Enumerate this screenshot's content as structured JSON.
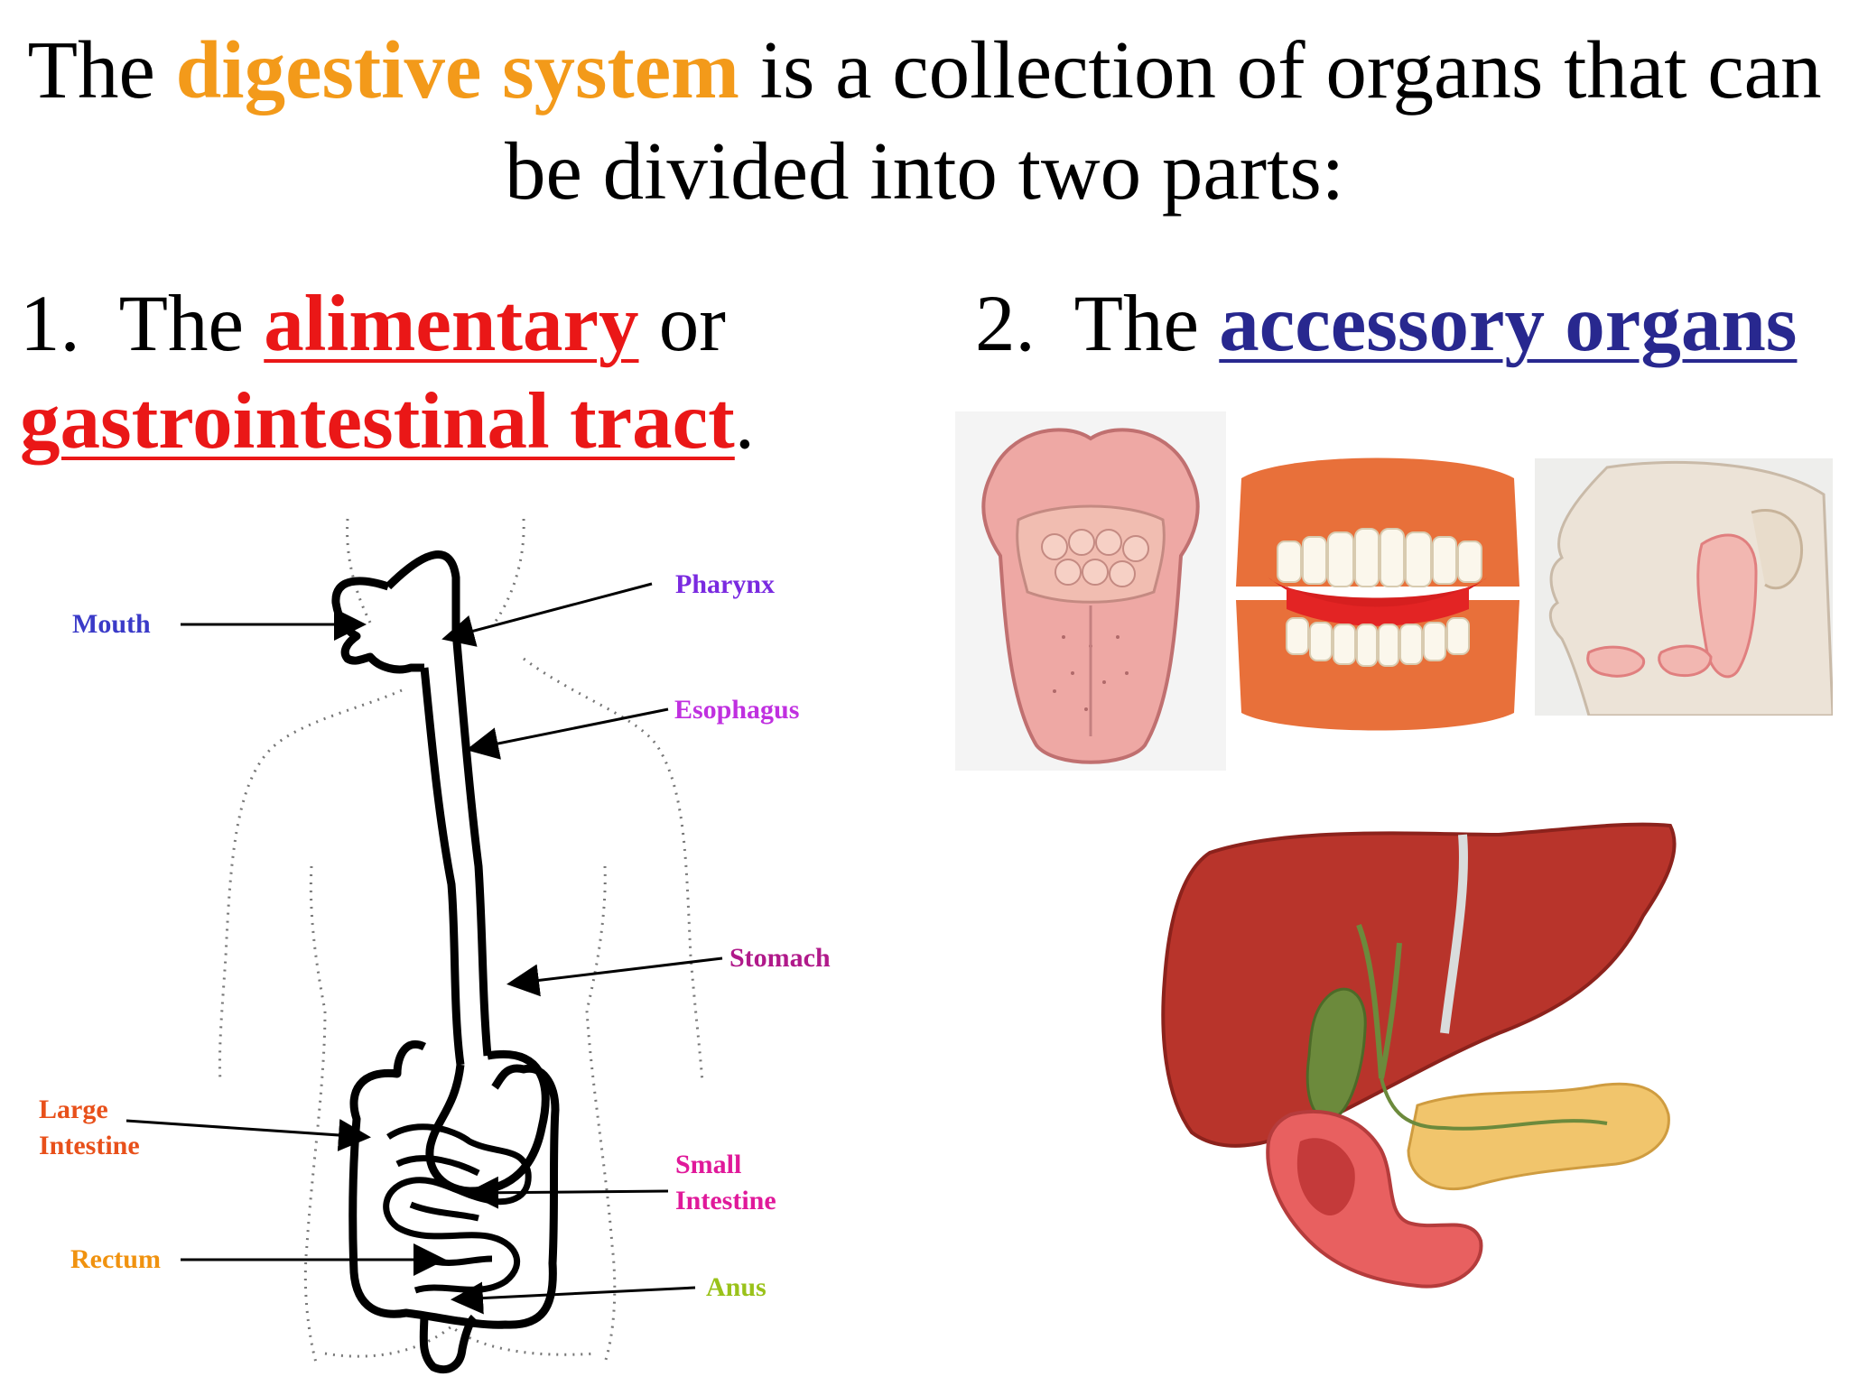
{
  "title": {
    "before": "The ",
    "highlight": "digestive system",
    "after": " is a collection of organs that can be divided into two parts:"
  },
  "part1": {
    "number": "1.",
    "prefix": "The ",
    "term1": "alimentary",
    "connector": " or",
    "term2": "gastrointestinal tract",
    "period": "."
  },
  "part2": {
    "number": "2.",
    "prefix": "The ",
    "term": "accessory organs"
  },
  "diagram_labels": {
    "mouth": "Mouth",
    "pharynx": "Pharynx",
    "esophagus": "Esophagus",
    "stomach": "Stomach",
    "large_intestine_1": "Large",
    "large_intestine_2": "Intestine",
    "small_intestine_1": "Small",
    "small_intestine_2": "Intestine",
    "rectum": "Rectum",
    "anus": "Anus"
  },
  "colors": {
    "highlight": "#f39a1a",
    "alimentary": "#ea1717",
    "accessory": "#28288f",
    "mouth_label": "#3a3ac8",
    "pharynx_label": "#7a2ae0",
    "esophagus_label": "#c030e0",
    "stomach_label": "#b0198a",
    "large_intestine_label": "#e8501a",
    "small_intestine_label": "#e0199a",
    "rectum_label": "#f0920f",
    "anus_label": "#9ac21a"
  },
  "images": [
    "tongue-illustration",
    "teeth-model",
    "salivary-glands-illustration",
    "liver-gallbladder-pancreas-illustration"
  ]
}
